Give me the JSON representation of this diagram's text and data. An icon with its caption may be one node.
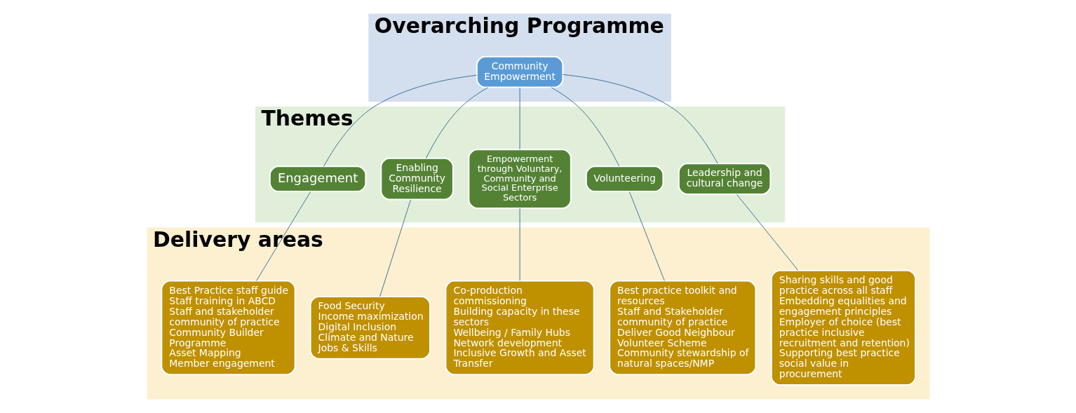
{
  "diagram": {
    "nodes": [
      {
        "text": [
          "Overarching Programme"
        ]
      },
      {
        "text": [
          "Community Empowerment"
        ],
        "in": 0
      },
      {
        "text": [
          "Themes"
        ]
      },
      {
        "text": [
          "Engagement"
        ],
        "in": 2
      },
      {
        "text": [
          "Enabling Community Resilience"
        ],
        "in": 2
      },
      {
        "text": [
          "Empowerment through Voluntary, Community and Social Enterprise Sectors"
        ],
        "in": 2
      },
      {
        "text": [
          "Volunteering"
        ],
        "in": 2
      },
      {
        "text": [
          "Leadership and cultural change"
        ],
        "in": 2
      },
      {
        "text": [
          "Delivery areas"
        ]
      },
      {
        "text": [
          "Best Practice staff guide",
          "Staff training in ABCD",
          "Staff and stakeholder community of practice",
          "Community Builder Programme",
          "Asset Mapping",
          "Member engagement"
        ],
        "in": 8
      },
      {
        "text": [
          "Food Security",
          "Income maximization",
          "Digital Inclusion",
          "Climate and Nature",
          "Jobs & Skills"
        ],
        "in": 8
      },
      {
        "text": [
          "Co-production commissioning",
          "Building capacity in these sectors",
          "Wellbeing / Family Hubs Network development",
          "Inclusive Growth and Asset Transfer"
        ],
        "in": 8
      },
      {
        "text": [
          "Best practice toolkit and resources",
          "Staff and Stakeholder community of practice",
          "Deliver Good Neighbour Volunteer Scheme",
          "Community stewardship of natural spaces/NMP"
        ],
        "in": 8
      },
      {
        "text": [
          "Sharing skills and good practice across all staff",
          "Embedding equalities and engagement principles",
          "Employer of choice (best practice inclusive recruitment and retention)",
          "Supporting best practice social value in procurement"
        ],
        "in": 8
      }
    ],
    "edges": [
      {
        "from": 1,
        "to": 3,
        "arrow": "none"
      },
      {
        "from": 1,
        "to": 4,
        "arrow": "none"
      },
      {
        "from": 1,
        "to": 5,
        "arrow": "none"
      },
      {
        "from": 1,
        "to": 6,
        "arrow": "none"
      },
      {
        "from": 1,
        "to": 7,
        "arrow": "none"
      },
      {
        "from": 3,
        "to": 9,
        "arrow": "none"
      },
      {
        "from": 4,
        "to": 10,
        "arrow": "none"
      },
      {
        "from": 5,
        "to": 11,
        "arrow": "none"
      },
      {
        "from": 6,
        "to": 12,
        "arrow": "none"
      },
      {
        "from": 7,
        "to": 13,
        "arrow": "none"
      }
    ]
  }
}
